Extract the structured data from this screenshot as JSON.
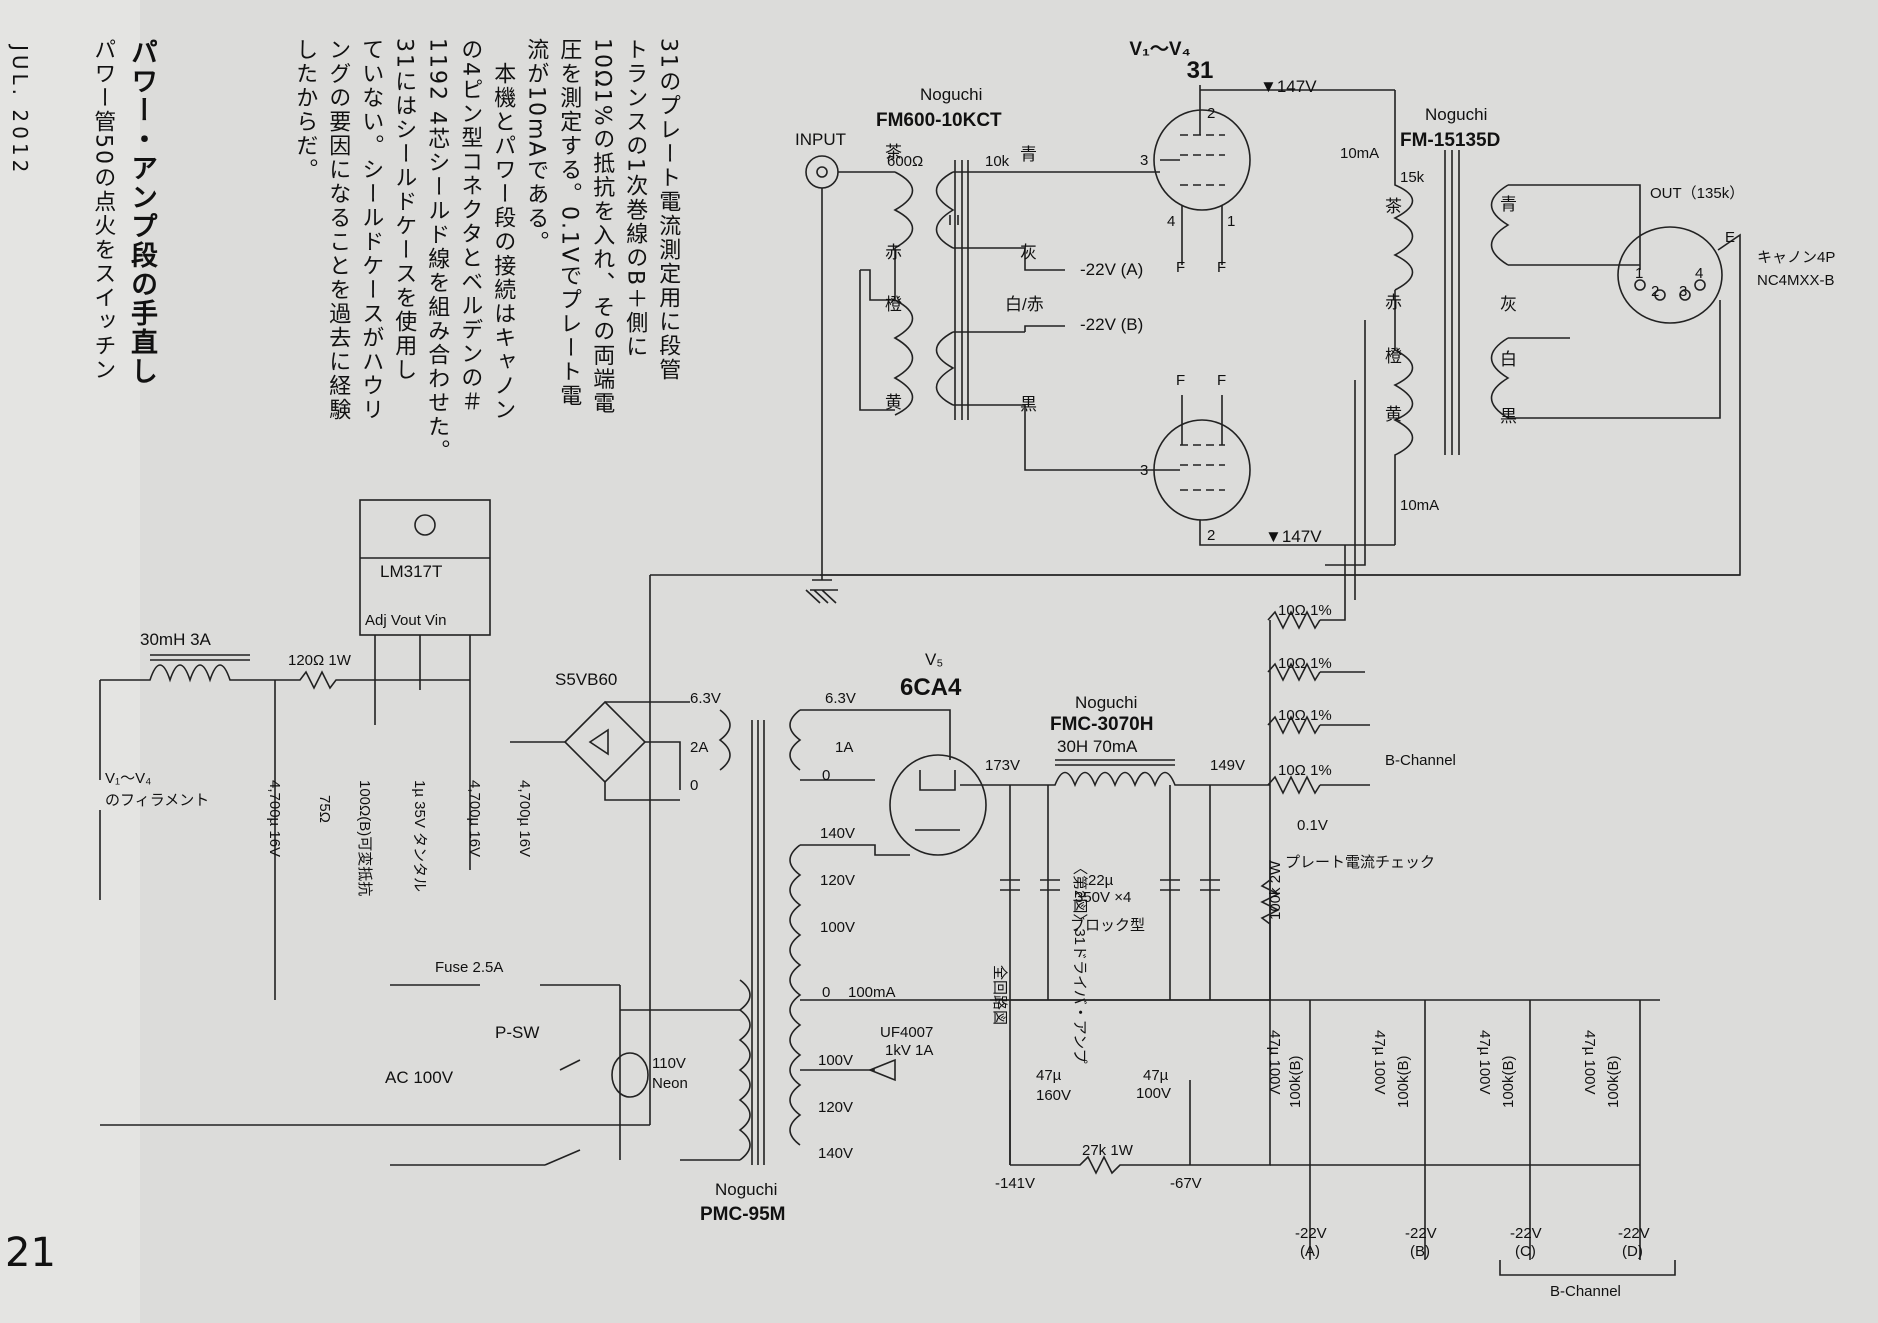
{
  "magazine": {
    "date": "JUL. 2012",
    "page": "21"
  },
  "text_columns": [
    "31のプレート電流測定用に段管",
    "トランスの1次巻線のB＋側に",
    "10Ω1%の抵抗を入れ、その両端電",
    "圧を測定する。0.1Vでプレート電",
    "流が10mAである。",
    "　本機とパワー段の接続はキャノン",
    "の4ピン型コネクタとベルデンの＃",
    "1192 4芯シールド線を組み合わせた。",
    "31にはシールドケースを使用し",
    "ていない。シールドケースがハウリ",
    "ングの要因になることを過去に経験",
    "したからだ。"
  ],
  "section_heading": "パワー・アンプ段の手直し",
  "section_lead": "パワー管50の点火をスイッチン",
  "figure_caption": "〈第2図〉31ドライバ・アンプ",
  "figure_caption_sub": "全回路図",
  "schematic": {
    "tubes_label": "V₁〜V₄",
    "tube_type": "31",
    "input_label": "INPUT",
    "t1": {
      "maker": "Noguchi",
      "model": "FM600-10KCT",
      "primary_imp": "600Ω",
      "secondary_imp": "10k",
      "taps_left": [
        "茶",
        "赤",
        "橙",
        "黄"
      ],
      "taps_right": [
        "青",
        "灰",
        "白/赤",
        "黒"
      ]
    },
    "t2": {
      "maker": "Noguchi",
      "model": "FM-15135D",
      "primary_imp": "15k",
      "taps_left": [
        "茶",
        "赤",
        "橙",
        "黄"
      ],
      "taps_right": [
        "青",
        "灰",
        "白",
        "黒"
      ]
    },
    "out_label": "OUT（135k）",
    "connector": [
      "キャノン4P",
      "NC4MXX-B"
    ],
    "pins": [
      "1",
      "2",
      "3",
      "4",
      "E"
    ],
    "voltages": {
      "plate_top": "▼147V",
      "plate_bottom": "▼147V",
      "bias_a": "-22V (A)",
      "bias_b": "-22V (B)",
      "i_top": "10mA",
      "i_bottom": "10mA",
      "v173": "173V",
      "v149": "149V",
      "vm141": "-141V",
      "vm67": "-67V",
      "check": "0.1V"
    },
    "tube_pins": {
      "p2": "2",
      "p3": "3",
      "p4": "4",
      "p1": "1",
      "f": "F"
    },
    "regulator": {
      "name": "LM317T",
      "pins": "Adj Vout Vin"
    },
    "choke1": "30mH 3A",
    "r120": "120Ω 1W",
    "bridge": "S5VB60",
    "fil_label": [
      "V₁〜V₄",
      "のフィラメント"
    ],
    "rect": {
      "label": "V₅",
      "type": "6CA4"
    },
    "choke2": {
      "maker": "Noguchi",
      "model": "FMC-3070H",
      "spec": "30H 70mA"
    },
    "ptrans": {
      "maker": "Noguchi",
      "model": "PMC-95M",
      "taps": [
        "6.3V",
        "2A",
        "0",
        "6.3V",
        "1A",
        "0",
        "140V",
        "120V",
        "100V",
        "0",
        "100mA",
        "100V",
        "120V",
        "140V"
      ]
    },
    "resistors": [
      "10Ω 1%",
      "10Ω 1%",
      "10Ω 1%",
      "10Ω 1%"
    ],
    "bchannel": "B-Channel",
    "check_label": "プレート電流チェック",
    "r100k2w": "100k 2W",
    "caps_block": [
      "22µ",
      "350V ×4",
      "ブロック型"
    ],
    "fuse": "Fuse 2.5A",
    "psw": "P-SW",
    "ac": "AC 100V",
    "neon": [
      "110V",
      "Neon"
    ],
    "uf": [
      "UF4007",
      "1kV 1A"
    ],
    "c47_160": [
      "47µ",
      "160V"
    ],
    "c47_100": [
      "47µ",
      "100V"
    ],
    "r27k": "27k 1W",
    "bias_labels": [
      "-22V",
      "(A)",
      "-22V",
      "(B)",
      "-22V",
      "(C)",
      "-22V",
      "(D)"
    ],
    "bias_pot": "100k(B)",
    "bias_cap": "47µ 100V",
    "reg_caps": [
      "4,700µ 16V",
      "4,700µ 16V",
      "4,700µ 16V",
      "1µ 35V タンタル",
      "100Ω(B)可変抵抗",
      "75Ω"
    ],
    "bias_bottom": "B-Channel"
  }
}
